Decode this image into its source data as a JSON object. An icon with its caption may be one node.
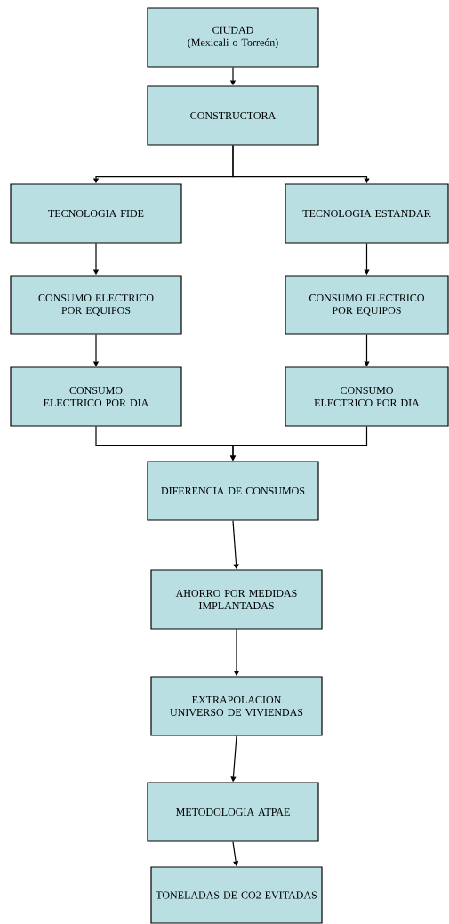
{
  "diagram": {
    "nodes": [
      {
        "text": [
          "CIUDAD",
          "(Mexicali o Torreón)"
        ]
      },
      {
        "text": [
          "CONSTRUCTORA"
        ]
      },
      {
        "text": [
          "TECNOLOGIA FIDE"
        ]
      },
      {
        "text": [
          "TECNOLOGIA ESTANDAR"
        ]
      },
      {
        "text": [
          "CONSUMO ELECTRICO POR EQUIPOS"
        ]
      },
      {
        "text": [
          "CONSUMO ELECTRICO POR EQUIPOS"
        ]
      },
      {
        "text": [
          "CONSUMO ELECTRICO POR DIA"
        ]
      },
      {
        "text": [
          "CONSUMO ELECTRICO POR DIA"
        ]
      },
      {
        "text": [
          "DIFERENCIA DE CONSUMOS"
        ]
      },
      {
        "text": [
          "AHORRO POR MEDIDAS IMPLANTADAS"
        ]
      },
      {
        "text": [
          "EXTRAPOLACION UNIVERSO DE VIVIENDAS"
        ]
      },
      {
        "text": [
          "METODOLOGIA ATPAE"
        ]
      },
      {
        "text": [
          "TONELADAS DE CO2 EVITADAS"
        ]
      }
    ],
    "edges": [
      {
        "from": 0,
        "to": 1,
        "arrow": "to"
      },
      {
        "from": 1,
        "to": 2,
        "arrow": "to"
      },
      {
        "from": 1,
        "to": 3,
        "arrow": "to"
      },
      {
        "from": 2,
        "to": 4,
        "arrow": "to"
      },
      {
        "from": 4,
        "to": 6,
        "arrow": "to"
      },
      {
        "from": 3,
        "to": 5,
        "arrow": "to"
      },
      {
        "from": 5,
        "to": 7,
        "arrow": "to"
      },
      {
        "from": 6,
        "to": 8,
        "arrow": "to"
      },
      {
        "from": 7,
        "to": 8,
        "arrow": "to"
      },
      {
        "from": 8,
        "to": 9,
        "arrow": "to"
      },
      {
        "from": 9,
        "to": 10,
        "arrow": "to"
      },
      {
        "from": 10,
        "to": 11,
        "arrow": "to"
      },
      {
        "from": 11,
        "to": 12,
        "arrow": "to"
      }
    ]
  }
}
